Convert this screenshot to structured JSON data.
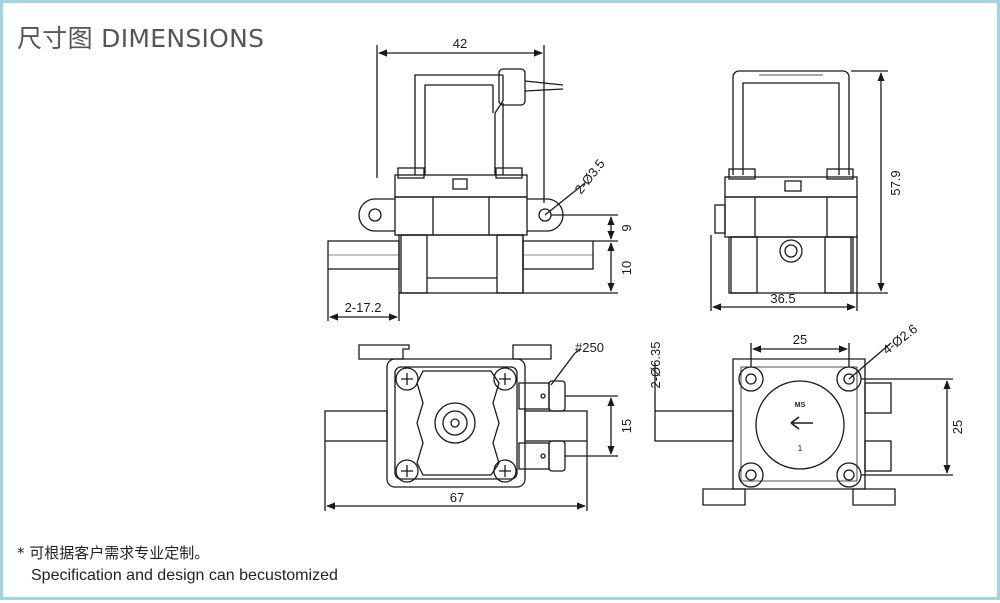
{
  "header": {
    "title": "尺寸图 DIMENSIONS"
  },
  "front_view": {
    "dim_width": "42",
    "dim_hole": "2-Ø3.5",
    "dim_upper": "9",
    "dim_lower": "10",
    "dim_port": "2-17.2"
  },
  "side_view": {
    "dim_height": "57.9",
    "dim_width": "36.5"
  },
  "top_view": {
    "dim_wire": "#250",
    "dim_pitch": "15",
    "dim_length": "67"
  },
  "bottom_view": {
    "dim_spacing_h": "25",
    "dim_holes": "4-Ø2.6",
    "dim_port": "2-Ø6.35",
    "dim_spacing_v": "25",
    "label_ms": "MS",
    "label_num": "1"
  },
  "notes": {
    "chinese": "* 可根据客户需求专业定制。",
    "english": "Specification and design can becustomized"
  }
}
